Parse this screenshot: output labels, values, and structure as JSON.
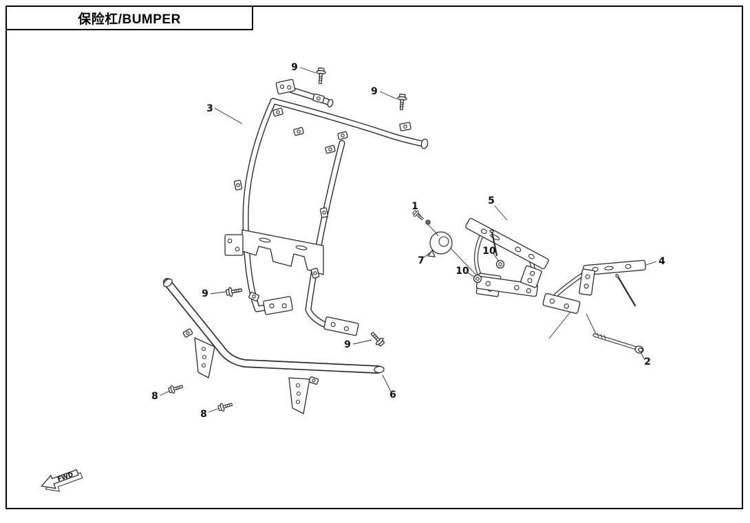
{
  "page": {
    "title": "保险杠/BUMPER"
  },
  "colors": {
    "line_art": "#2b2b2b",
    "background": "#ffffff"
  },
  "fwd_marker": {
    "label": "FWD"
  },
  "callouts": [
    {
      "label": "9"
    },
    {
      "label": "9"
    },
    {
      "label": "3"
    },
    {
      "label": "1"
    },
    {
      "label": "5"
    },
    {
      "label": "7"
    },
    {
      "label": "10"
    },
    {
      "label": "10"
    },
    {
      "label": "4"
    },
    {
      "label": "2"
    },
    {
      "label": "9"
    },
    {
      "label": "9"
    },
    {
      "label": "6"
    },
    {
      "label": "8"
    },
    {
      "label": "8"
    }
  ]
}
